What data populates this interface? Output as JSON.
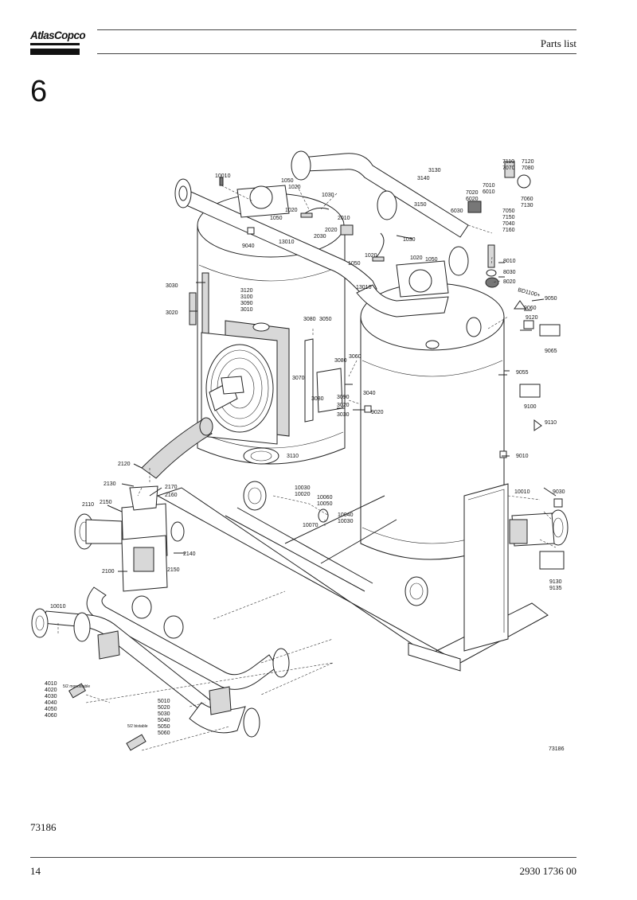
{
  "header": {
    "brand": "AtlasCopco",
    "title": "Parts list"
  },
  "section": {
    "number": "6"
  },
  "figure": {
    "drawing_number": "73186",
    "labels": {
      "l10010_top": "10010",
      "l1050_a": "1050",
      "l1020_a": "1020",
      "l1030_a": "1030",
      "l1050_b": "1050",
      "l1020_b": "1020",
      "l13010_a": "13010",
      "l2010": "2010",
      "l2020": "2020",
      "l2030": "2030",
      "l9040": "9040",
      "l1030_b": "1030",
      "l1020_c": "1020",
      "l1020_d": "1020",
      "l1050_c": "1050",
      "l1050_d": "1050",
      "l13010_b": "13010",
      "l3130": "3130",
      "l3140": "3140",
      "l3150": "3150",
      "l7020": "7020",
      "l6020": "6020",
      "l7010": "7010",
      "l6010": "6010",
      "l6030": "6030",
      "l7110": "7110",
      "l7070": "7070",
      "l7120": "7120",
      "l7080": "7080",
      "l7060": "7060",
      "l7130": "7130",
      "l7050": "7050",
      "l7150": "7150",
      "l7040": "7040",
      "l7160": "7160",
      "l8010": "8010",
      "l8030": "8030",
      "l8020": "8020",
      "l_bd": "BD1100+",
      "l9050": "9050",
      "l9060": "9060",
      "l9120": "9120",
      "l9065": "9065",
      "l3030_a": "3030",
      "l3020_a": "3020",
      "l3120": "3120",
      "l3100": "3100",
      "l3090": "3090",
      "l3010": "3010",
      "l3080_a": "3080",
      "l3050": "3050",
      "l3080_b": "3080",
      "l3060": "3060",
      "l3070": "3070",
      "l3080_c": "3080",
      "l3090_b": "3090",
      "l3040": "3040",
      "l3020_b": "3020",
      "l3030_b": "3030",
      "l9020": "9020",
      "l9055": "9055",
      "l9100": "9100",
      "l9110": "9110",
      "l3110": "3110",
      "l9010": "9010",
      "l2120": "2120",
      "l2130": "2130",
      "l2170": "2170",
      "l2160": "2160",
      "l2110": "2110",
      "l2150_a": "2150",
      "l2140": "2140",
      "l2100": "2100",
      "l2150_b": "2150",
      "l10030_a": "10030",
      "l10020": "10020",
      "l10060": "10060",
      "l10050": "10050",
      "l10070": "10070",
      "l10040": "10040",
      "l10030_b": "10030",
      "l10010_r": "10010",
      "l9030": "9030",
      "l9130": "9130",
      "l9135": "9135",
      "l10010_l": "10010",
      "l4010": "4010",
      "l4020": "4020",
      "l4030": "4030",
      "l4040": "4040",
      "l4050": "4050",
      "l4060": "4060",
      "l_mono": "5/2 monostable",
      "l5010": "5010",
      "l5020": "5020",
      "l5030": "5030",
      "l5040": "5040",
      "l5050": "5050",
      "l5060": "5060",
      "l_bi": "5/2 bistable"
    }
  },
  "footer": {
    "caption": "73186",
    "page_number": "14",
    "document_number": "2930 1736 00"
  }
}
